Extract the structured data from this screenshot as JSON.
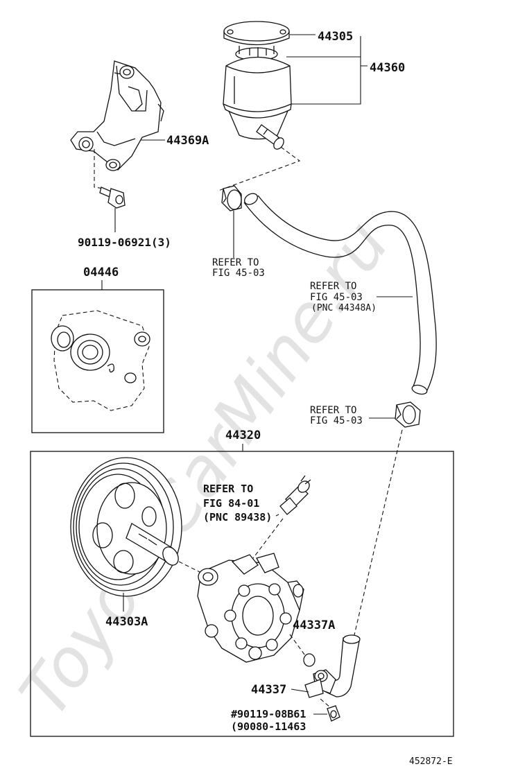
{
  "watermark": "ToyotaCarMine.ru",
  "figure_id": "452872-E",
  "parts": {
    "p44305": "44305",
    "p44360": "44360",
    "p44369A": "44369A",
    "p90119_06921": "90119-06921(3)",
    "p04446": "04446",
    "p44320": "44320",
    "p44303A": "44303A",
    "p44337A": "44337A",
    "p44337": "44337",
    "p90119_08B61": "#90119-08B61",
    "p90080_11463": "(90080-11463"
  },
  "refs": {
    "clamp_upper": [
      "REFER TO",
      "FIG 45-03"
    ],
    "hose": [
      "REFER TO",
      "FIG 45-03",
      "(PNC 44348A)"
    ],
    "clamp_lower": [
      "REFER TO",
      "FIG 45-03"
    ],
    "sensor": [
      "REFER TO",
      "FIG 84-01",
      "(PNC 89438)"
    ]
  }
}
